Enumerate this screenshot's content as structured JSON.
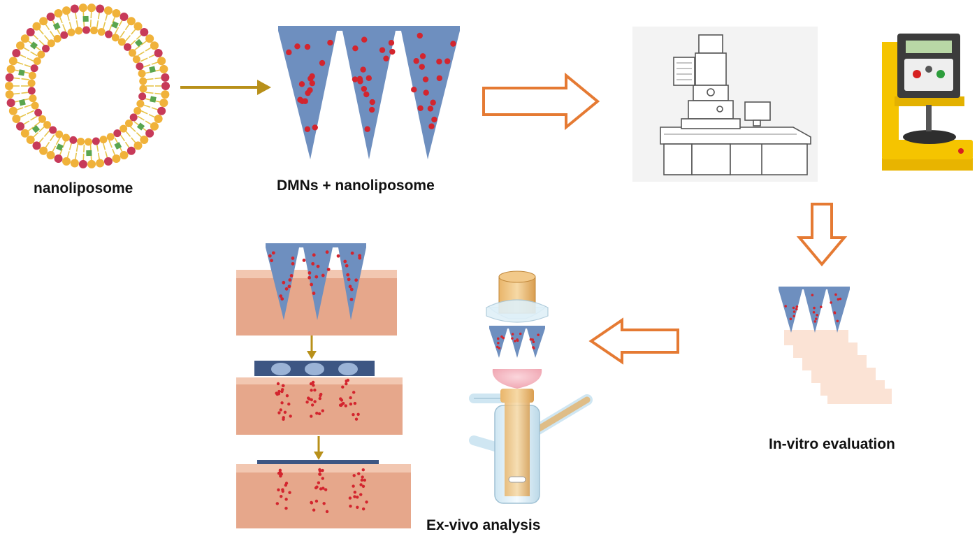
{
  "labels": {
    "nanoliposome": "nanoliposome",
    "dmns": "DMNs + nanoliposome",
    "invitro": "In-vitro evaluation",
    "exvivo": "Ex-vivo analysis"
  },
  "colors": {
    "needle_blue": "#6e8fbf",
    "needle_dark": "#3d5683",
    "drug_red": "#d3252e",
    "lipid_head_yellow": "#f0b23a",
    "lipid_head_red": "#c73a59",
    "lipid_tail": "#e6c44a",
    "cargo_green": "#5aa54f",
    "skin": "#e6a78b",
    "skin_top": "#f2c7b1",
    "skin_pale": "#fbe3d5",
    "arrow_gold": "#b8901a",
    "arrow_orange": "#e57a33",
    "device_yellow": "#f5c400",
    "device_dark": "#3c3c3c"
  },
  "icons": [
    "nanoliposome-icon",
    "microneedle-array-icon",
    "electron-microscope-icon",
    "texture-analyzer-icon",
    "franz-diffusion-cell-icon",
    "skin-layers-icon"
  ]
}
